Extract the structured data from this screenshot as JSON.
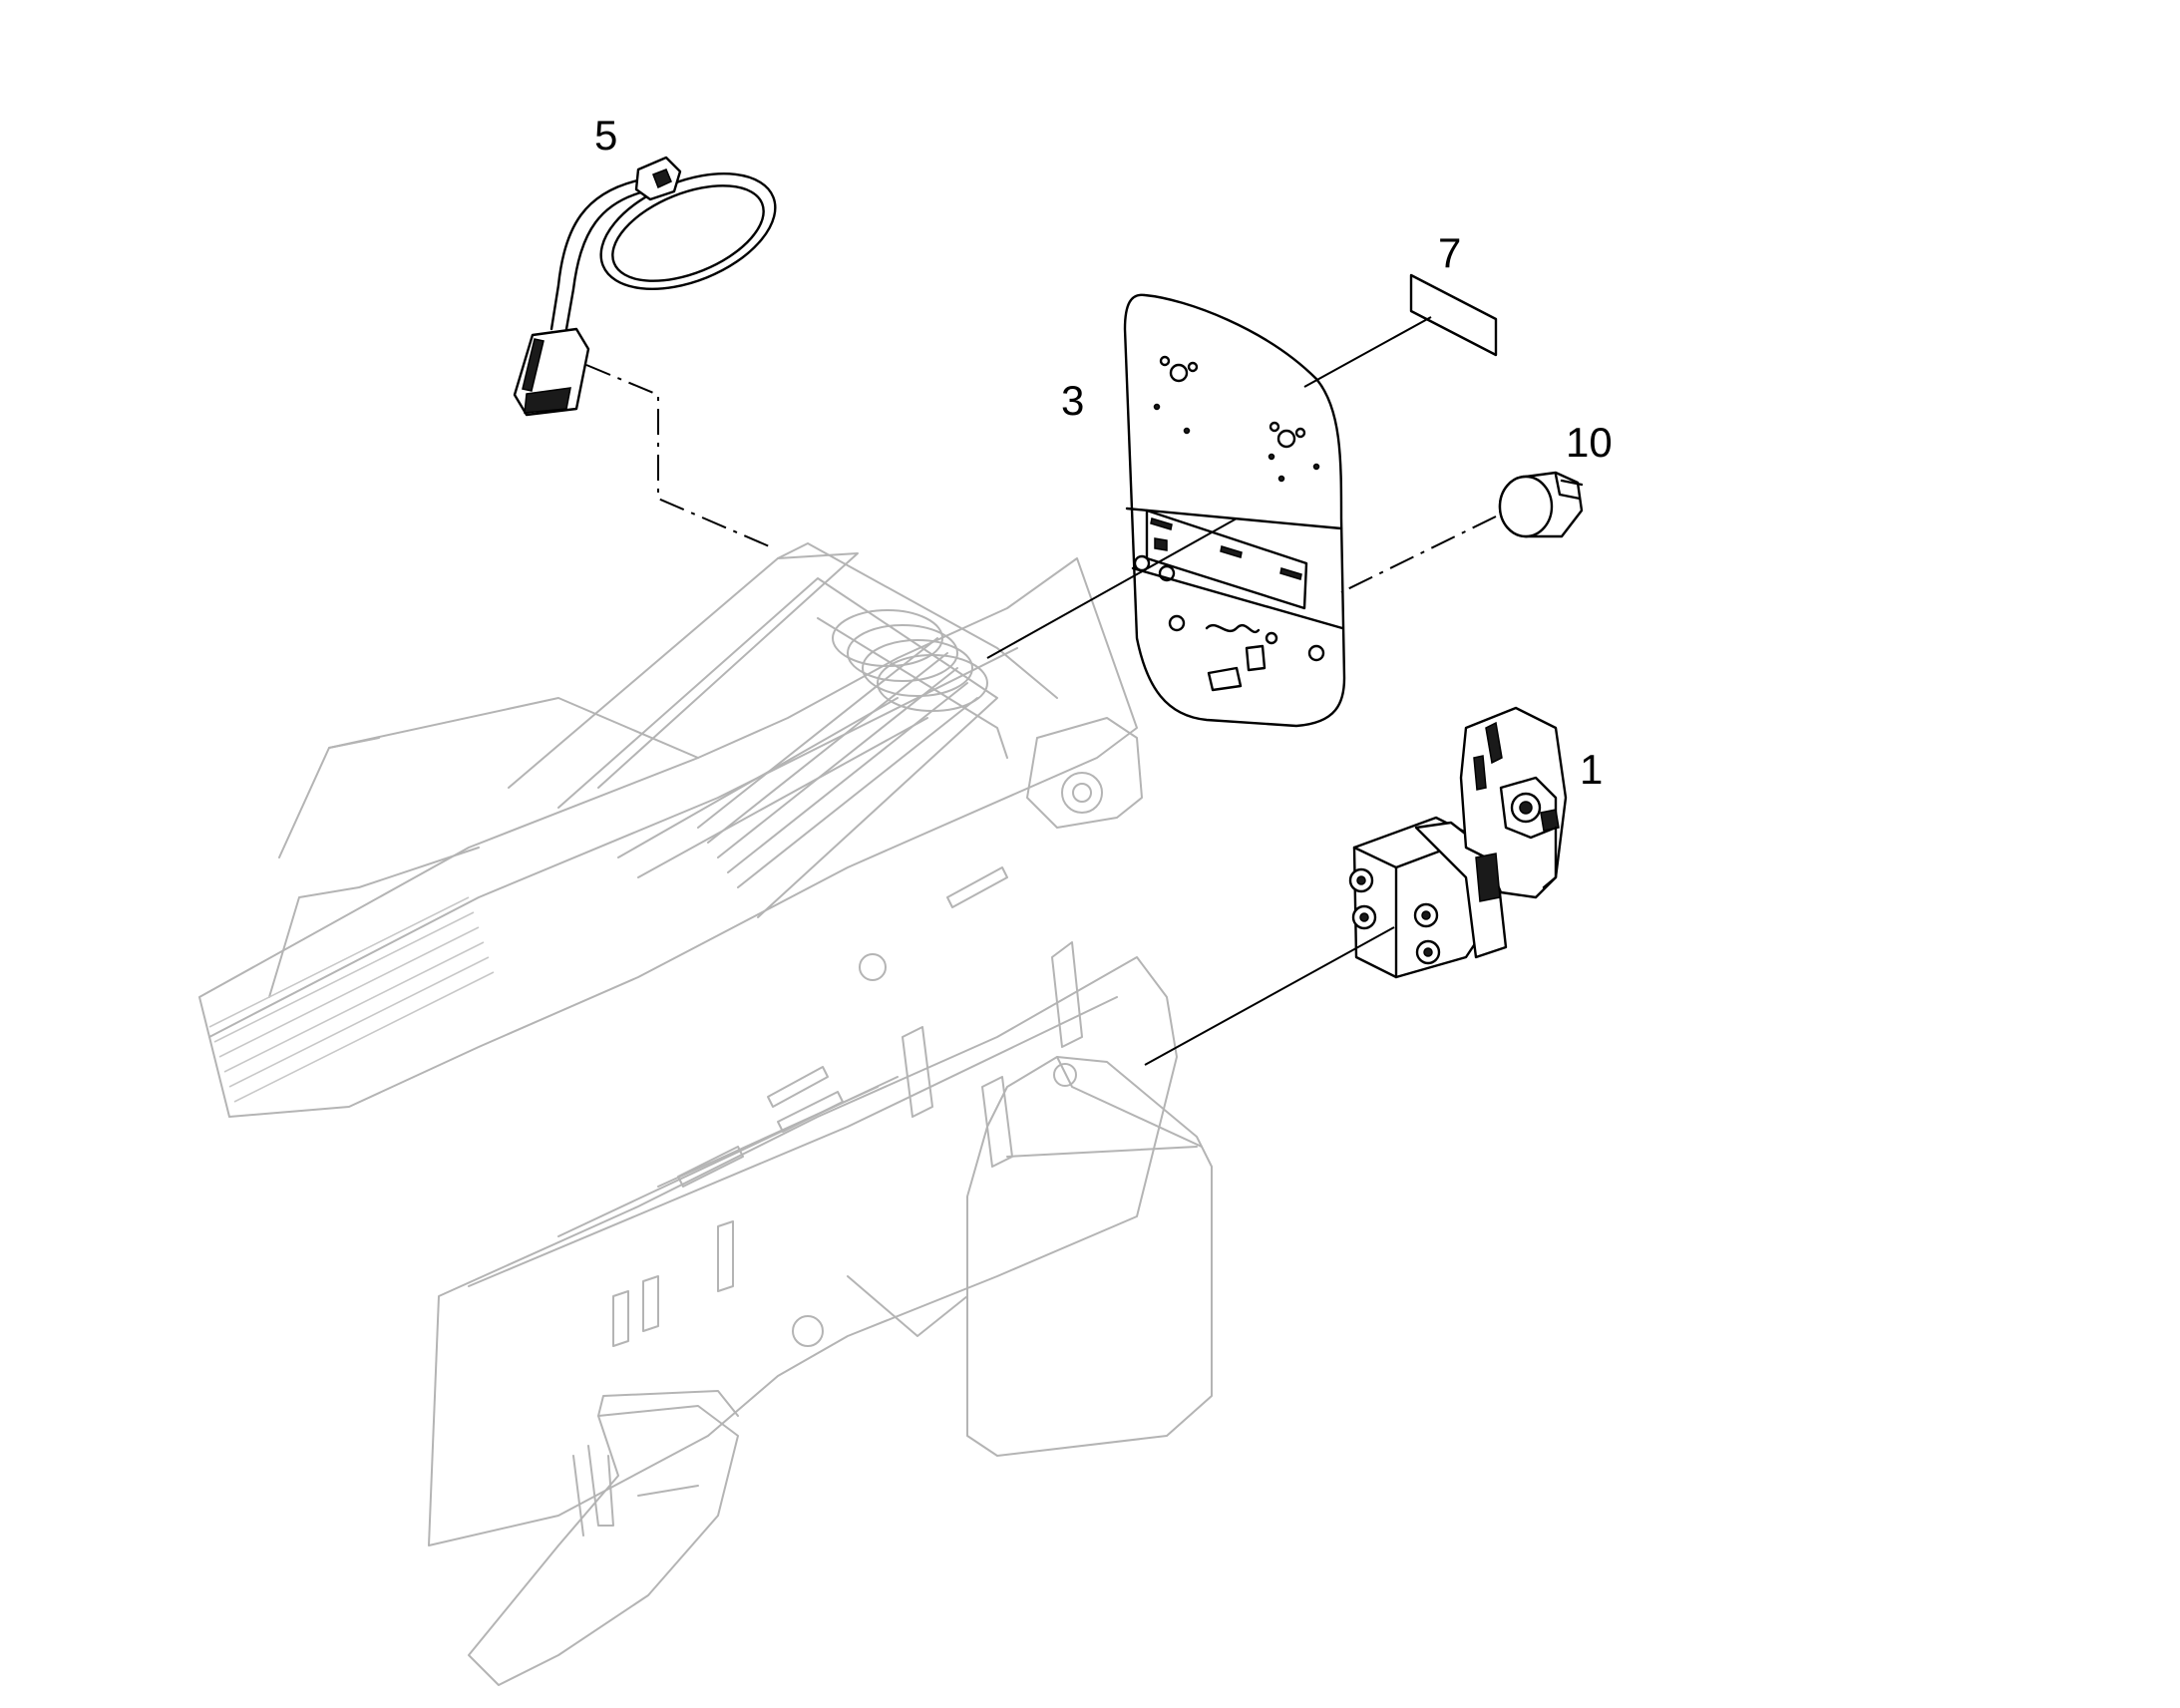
{
  "callouts": [
    {
      "id": "5",
      "label": "5"
    },
    {
      "id": "7",
      "label": "7"
    },
    {
      "id": "3",
      "label": "3"
    },
    {
      "id": "10",
      "label": "10"
    },
    {
      "id": "1",
      "label": "1"
    }
  ],
  "colors": {
    "frame": "#b4b4b4",
    "part": "#000000",
    "background": "#ffffff"
  }
}
